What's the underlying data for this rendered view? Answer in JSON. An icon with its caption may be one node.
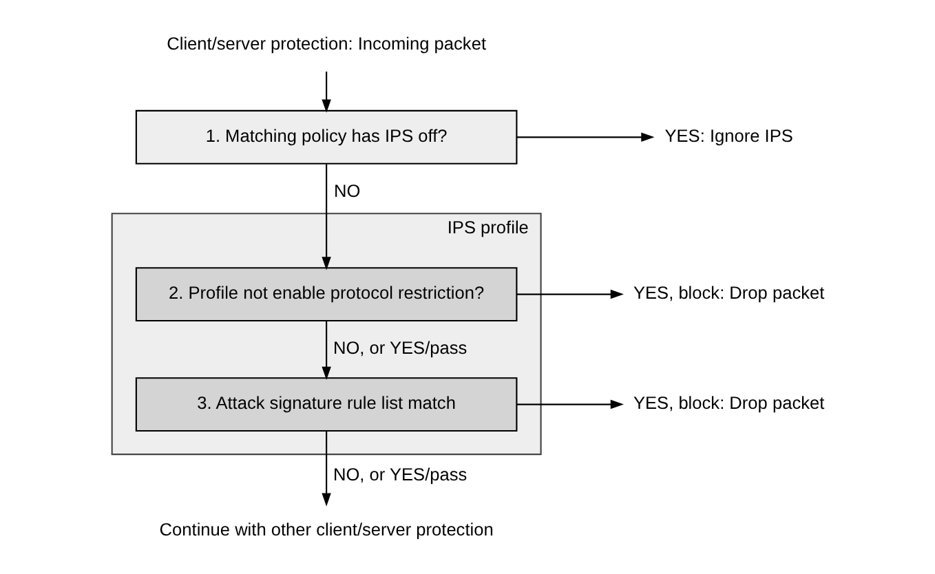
{
  "diagram": {
    "nodes": [
      {
        "text": [
          "Client/server protection: Incoming packet"
        ]
      },
      {
        "text": [
          "1. Matching policy has IPS off?"
        ]
      },
      {
        "text": [
          "YES: Ignore IPS"
        ]
      },
      {
        "text": [
          "IPS profile"
        ]
      },
      {
        "text": [
          "2. Profile not enable protocol restriction?"
        ],
        "in": 3
      },
      {
        "text": [
          "YES, block: Drop packet"
        ]
      },
      {
        "text": [
          "3. Attack signature rule list match"
        ],
        "in": 3
      },
      {
        "text": [
          "YES, block: Drop packet"
        ]
      },
      {
        "text": [
          "Continue with other client/server protection"
        ]
      }
    ],
    "edges": [
      {
        "from": 0,
        "to": 1,
        "arrow": "to"
      },
      {
        "from": 1,
        "to": 2,
        "arrow": "to"
      },
      {
        "from": 1,
        "to": 4,
        "arrow": "to",
        "label": "NO"
      },
      {
        "from": 4,
        "to": 5,
        "arrow": "to"
      },
      {
        "from": 4,
        "to": 6,
        "arrow": "to",
        "label": "NO, or YES/pass"
      },
      {
        "from": 6,
        "to": 7,
        "arrow": "to"
      },
      {
        "from": 6,
        "to": 8,
        "arrow": "to",
        "label": "NO, or YES/pass"
      }
    ]
  }
}
